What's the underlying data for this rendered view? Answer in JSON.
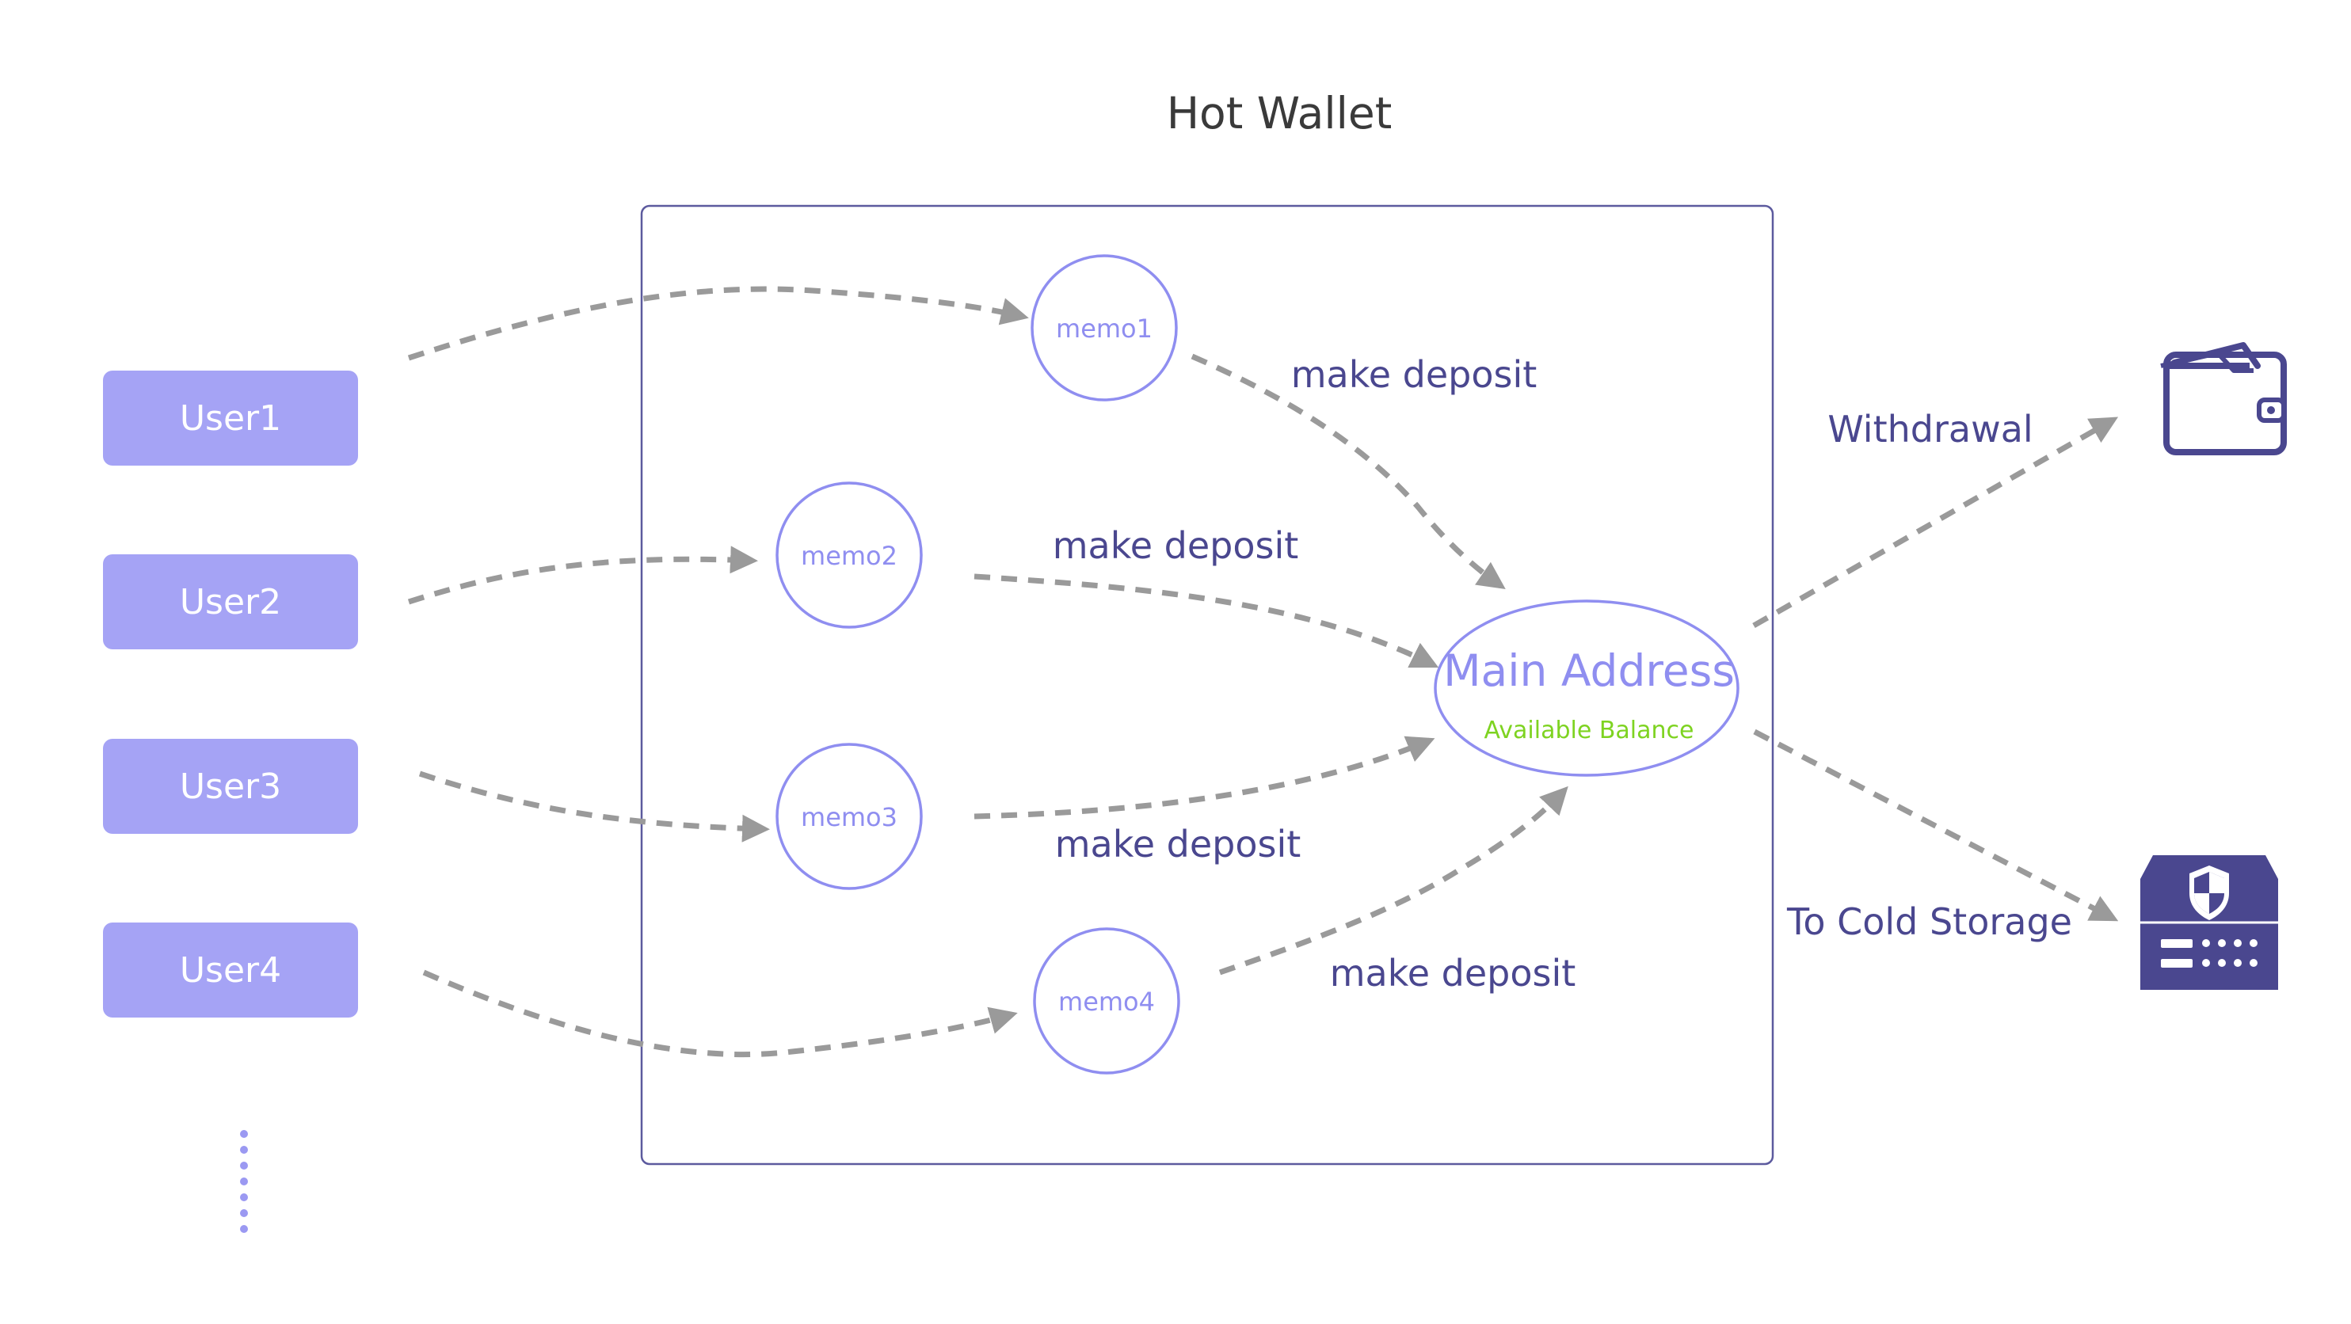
{
  "diagram": {
    "title": "Hot Wallet",
    "users": [
      {
        "label": "User1"
      },
      {
        "label": "User2"
      },
      {
        "label": "User3"
      },
      {
        "label": "User4"
      }
    ],
    "memos": [
      {
        "label": "memo1"
      },
      {
        "label": "memo2"
      },
      {
        "label": "memo3"
      },
      {
        "label": "memo4"
      }
    ],
    "deposit_labels": [
      "make deposit",
      "make deposit",
      "make deposit",
      "make deposit"
    ],
    "main_address": {
      "label": "Main Address",
      "balance_label": "Available Balance"
    },
    "withdrawal_label": "Withdrawal",
    "cold_storage_label": "To Cold Storage",
    "icons": {
      "wallet": "wallet-icon",
      "cold_storage": "shield-safe-icon",
      "more_users": "vertical-ellipsis-icon"
    },
    "colors": {
      "user_box": "#a5a3f5",
      "memo_outline": "#8f8ef0",
      "label_text": "#4a478f",
      "arrow": "#9a9a9a",
      "balance_text": "#7ed321",
      "icon": "#4a478f"
    }
  }
}
